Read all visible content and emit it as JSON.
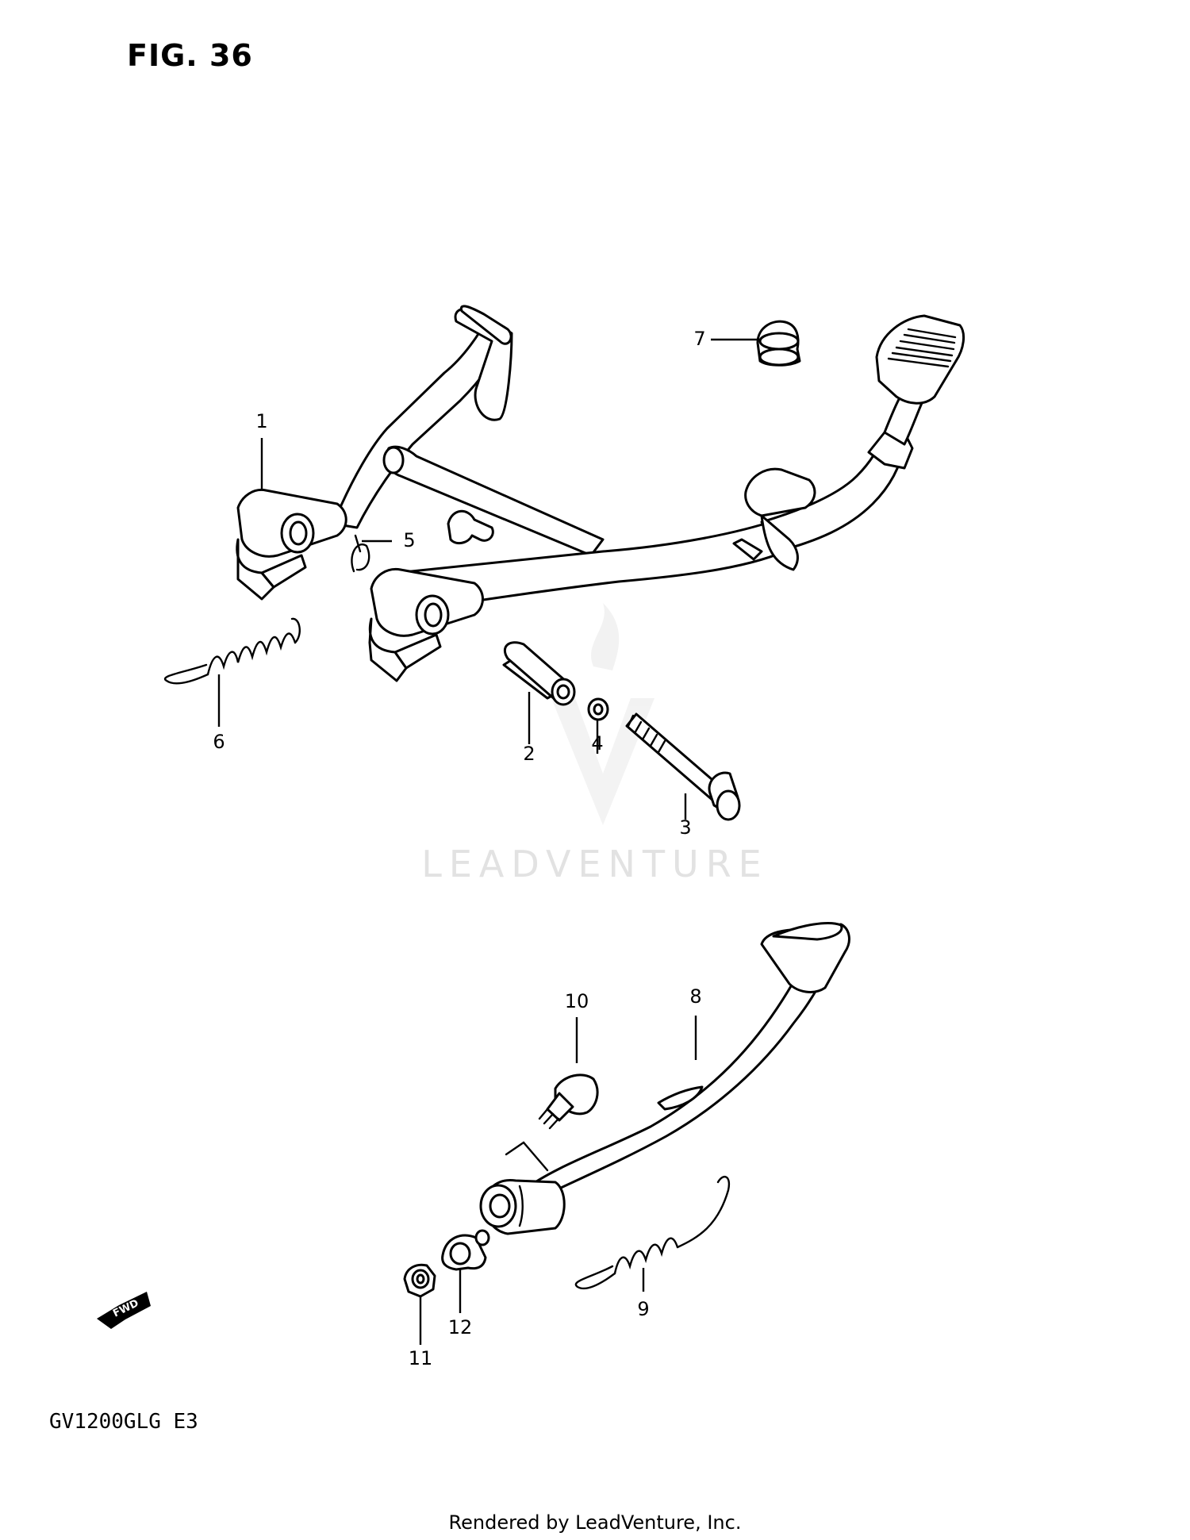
{
  "figure": {
    "title": "FIG. 36",
    "model_code": "GV1200GLG  E3",
    "footer": "Rendered by LeadVenture, Inc.",
    "watermark": "LEADVENTURE",
    "direction_marker": "FWD"
  },
  "callouts": [
    {
      "id": "callout-1",
      "label": "1"
    },
    {
      "id": "callout-2",
      "label": "2"
    },
    {
      "id": "callout-3",
      "label": "3"
    },
    {
      "id": "callout-4",
      "label": "4"
    },
    {
      "id": "callout-5",
      "label": "5"
    },
    {
      "id": "callout-6",
      "label": "6"
    },
    {
      "id": "callout-7",
      "label": "7"
    },
    {
      "id": "callout-8",
      "label": "8"
    },
    {
      "id": "callout-9",
      "label": "9"
    },
    {
      "id": "callout-10",
      "label": "10"
    },
    {
      "id": "callout-11",
      "label": "11"
    },
    {
      "id": "callout-12",
      "label": "12"
    }
  ]
}
